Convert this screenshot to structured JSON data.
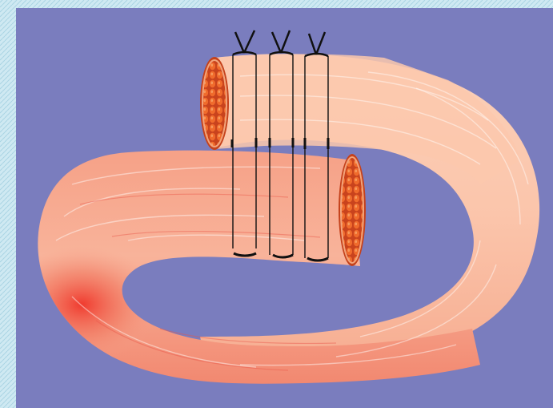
{
  "diagram": {
    "subject": "muscle-tendon-loop-repair",
    "colors": {
      "frame": "#cfe9f2",
      "frame_texture": "#a9d4e3",
      "background": "#7a7dbe",
      "muscle_light": "#fbcbb0",
      "muscle_mid": "#f6a68a",
      "muscle_dark": "#ee6a52",
      "muscle_deep": "#e8473a",
      "cut_surface": "#d24a1c",
      "fiber_bundle": "#f06b2c",
      "fiber_highlight": "#f79a5c",
      "suture": "#111111"
    },
    "sutures": [
      {
        "id": "suture-1",
        "knot": "tied"
      },
      {
        "id": "suture-2",
        "knot": "tied"
      },
      {
        "id": "suture-3",
        "knot": "tied"
      }
    ],
    "cut_ends": [
      "upper-cut-end",
      "lower-cut-end"
    ]
  }
}
